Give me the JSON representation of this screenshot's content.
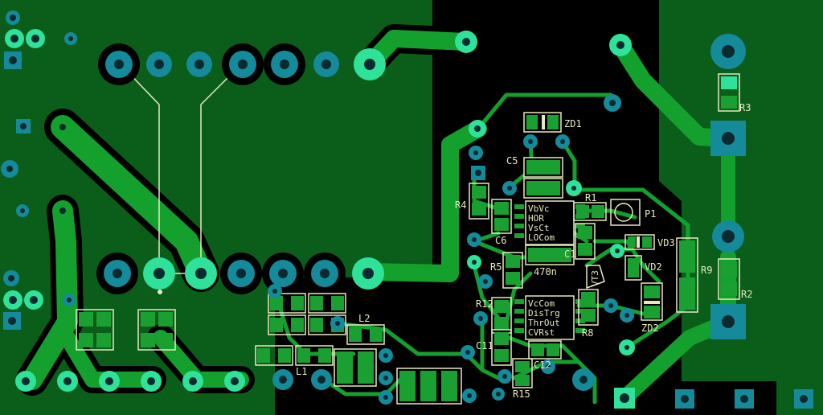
{
  "colors": {
    "background": "#000000",
    "copper_pour": "#0b5e1a",
    "trace": "#14a02c",
    "pad": "#1aa030",
    "pad_bright": "#2fe29a",
    "via_cyan": "#148a9a",
    "silkscreen": "#e8e8c0"
  },
  "labels": {
    "zd1": "ZD1",
    "c5": "C5",
    "r1": "R1",
    "p1": "P1",
    "r4": "R4",
    "c6": "C6",
    "r5": "R5",
    "c1": "C1",
    "cap470": "470n",
    "vd3": "VD3",
    "vd2": "VD2",
    "r9": "R9",
    "r3": "R3",
    "r2": "R2",
    "r12": "R12",
    "r8": "R8",
    "zd2": "ZD2",
    "c11": "C11",
    "c12": "C12",
    "r15": "R15",
    "l1": "L1",
    "l2": "L2",
    "vt3": "VT3",
    "ic_top_rows": [
      "VbVc",
      "HOR",
      "VsCt",
      "LOCom"
    ],
    "ic_bottom_rows": [
      "VcCom",
      "DisTrg",
      "ThrOut",
      "CVRst"
    ]
  },
  "icons": [
    "via-icon",
    "pad-icon",
    "square-pad-icon",
    "resistor-icon",
    "capacitor-icon",
    "ic-icon",
    "potentiometer-icon"
  ]
}
